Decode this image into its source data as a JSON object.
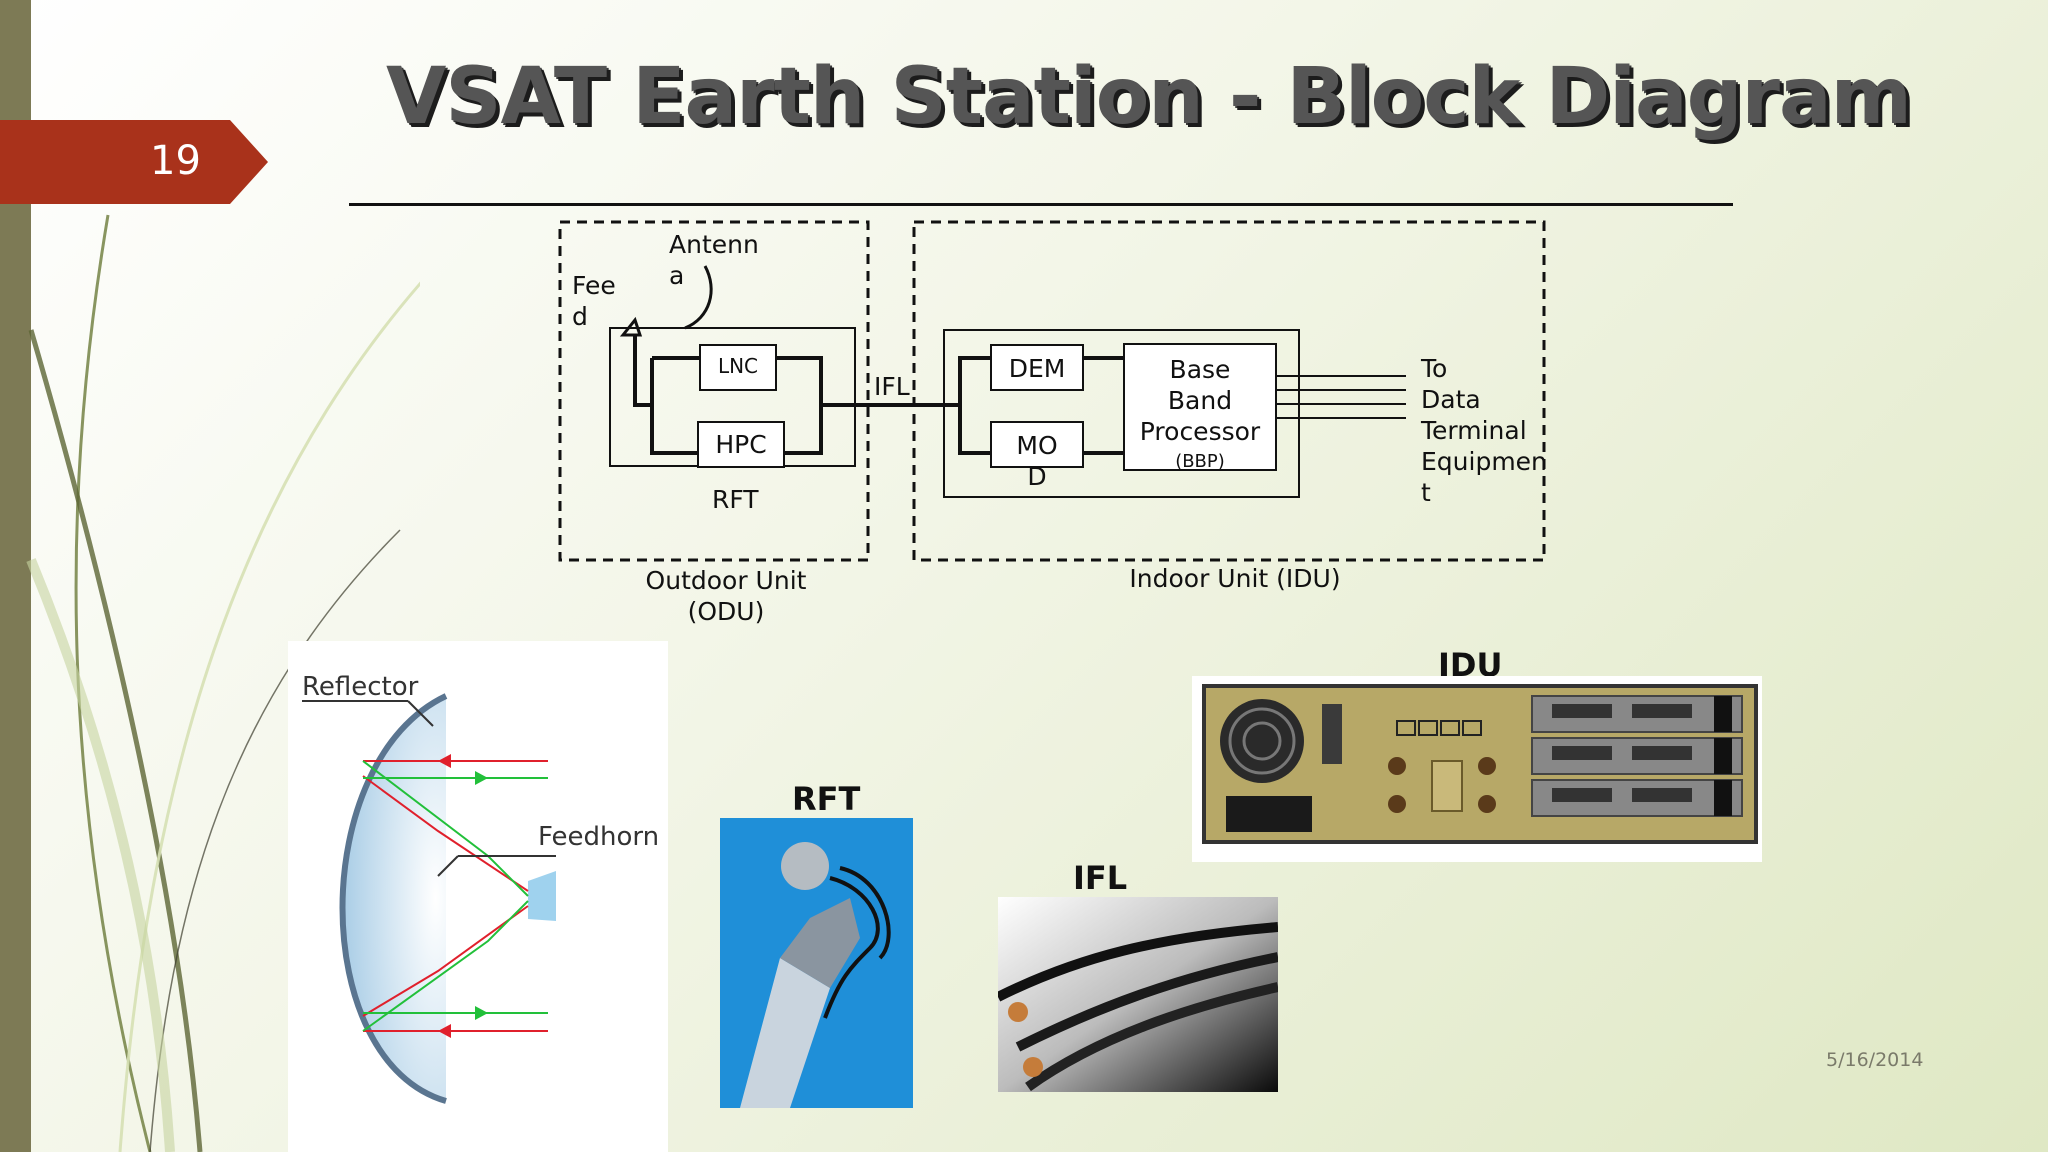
{
  "slide": {
    "number": "19",
    "title": "VSAT Earth Station - Block Diagram",
    "date": "5/16/2014"
  },
  "diagram": {
    "feed_label": "Fee\nd",
    "antenna_label": "Antenn\na",
    "lnc_label": "LNC",
    "hpc_label": "HPC",
    "rft_label": "RFT",
    "ifl_label": "IFL",
    "dem_label": "DEM",
    "mod_label": "MO\nD",
    "bbp_label": "Base\nBand\nProcessor",
    "bbp_abbr": "(BBP)",
    "dte_label": "To\nData\nTerminal\nEquipmen\nt",
    "odu_label": "Outdoor Unit\n(ODU)",
    "idu_label": "Indoor Unit (IDU)"
  },
  "photos": {
    "reflector_label": "Reflector",
    "feedhorn_label": "Feedhorn",
    "rft_caption": "RFT",
    "ifl_caption": "IFL",
    "idu_caption": "IDU"
  },
  "colors": {
    "accent_tab": "#a9321b",
    "left_bar": "#7d7a55",
    "ray_red": "#e0202c",
    "ray_green": "#22c03a",
    "rft_bg": "#1f8fd8"
  }
}
